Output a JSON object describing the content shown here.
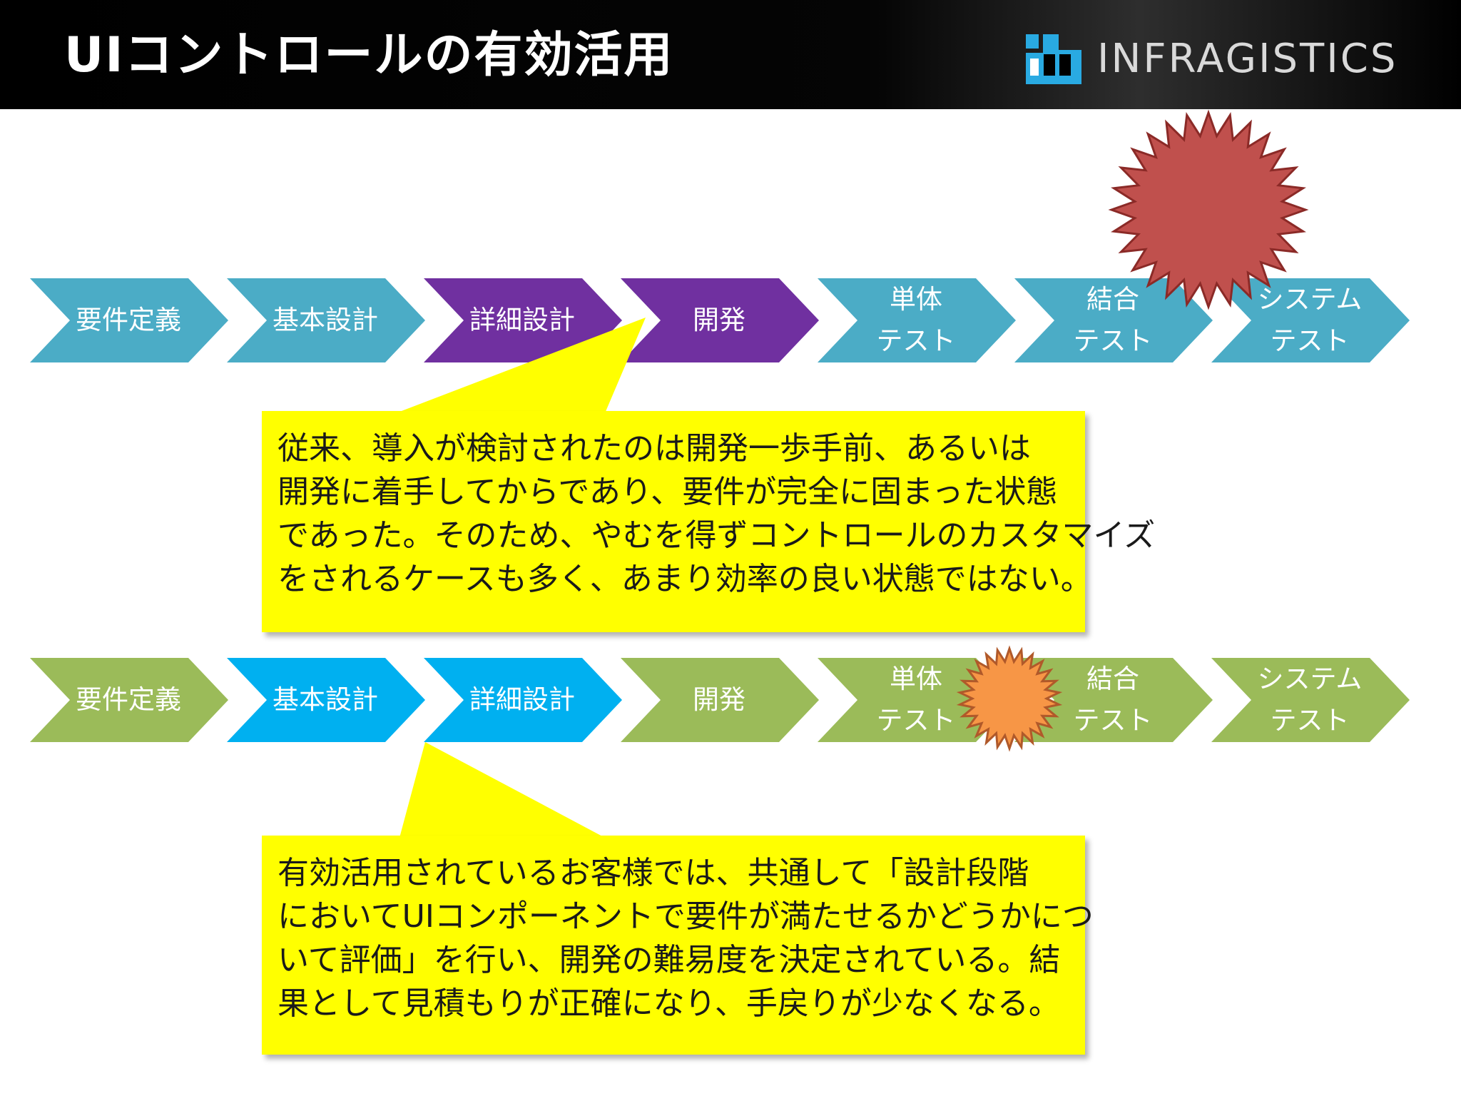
{
  "header": {
    "title": "UIコントロールの有効活用",
    "logo_text": "INFRAGISTICS"
  },
  "flow_top": {
    "steps": [
      {
        "lines": [
          "要件定義"
        ],
        "color": "#4bacc6"
      },
      {
        "lines": [
          "基本設計"
        ],
        "color": "#4bacc6"
      },
      {
        "lines": [
          "詳細設計"
        ],
        "color": "#7030a0"
      },
      {
        "lines": [
          "開発"
        ],
        "color": "#7030a0"
      },
      {
        "lines": [
          "単体",
          "テスト"
        ],
        "color": "#4bacc6"
      },
      {
        "lines": [
          "結合",
          "テスト"
        ],
        "color": "#4bacc6"
      },
      {
        "lines": [
          "システム",
          "テスト"
        ],
        "color": "#4bacc6"
      }
    ],
    "burst_color": "#c0504d"
  },
  "flow_bottom": {
    "steps": [
      {
        "lines": [
          "要件定義"
        ],
        "color": "#9bbb59"
      },
      {
        "lines": [
          "基本設計"
        ],
        "color": "#00b0f0"
      },
      {
        "lines": [
          "詳細設計"
        ],
        "color": "#00b0f0"
      },
      {
        "lines": [
          "開発"
        ],
        "color": "#9bbb59"
      },
      {
        "lines": [
          "単体",
          "テスト"
        ],
        "color": "#9bbb59"
      },
      {
        "lines": [
          "結合",
          "テスト"
        ],
        "color": "#9bbb59"
      },
      {
        "lines": [
          "システム",
          "テスト"
        ],
        "color": "#9bbb59"
      }
    ],
    "burst_color": "#f79646"
  },
  "callout_1": {
    "lines": [
      "従来、導入が検討されたのは開発一歩手前、あるいは",
      "開発に着手してからであり、要件が完全に固まった状態",
      "であった。そのため、やむを得ずコントロールのカスタマイズ",
      "をされるケースも多く、あまり効率の良い状態ではない。"
    ]
  },
  "callout_2": {
    "lines": [
      "有効活用されているお客様では、共通して「設計段階",
      "においてUIコンポーネントで要件が満たせるかどうかにつ",
      "いて評価」を行い、開発の難易度を決定されている。結",
      "果として見積もりが正確になり、手戻りが少なくなる。"
    ]
  },
  "colors": {
    "callout": "#ffff00",
    "header": "#000000"
  }
}
